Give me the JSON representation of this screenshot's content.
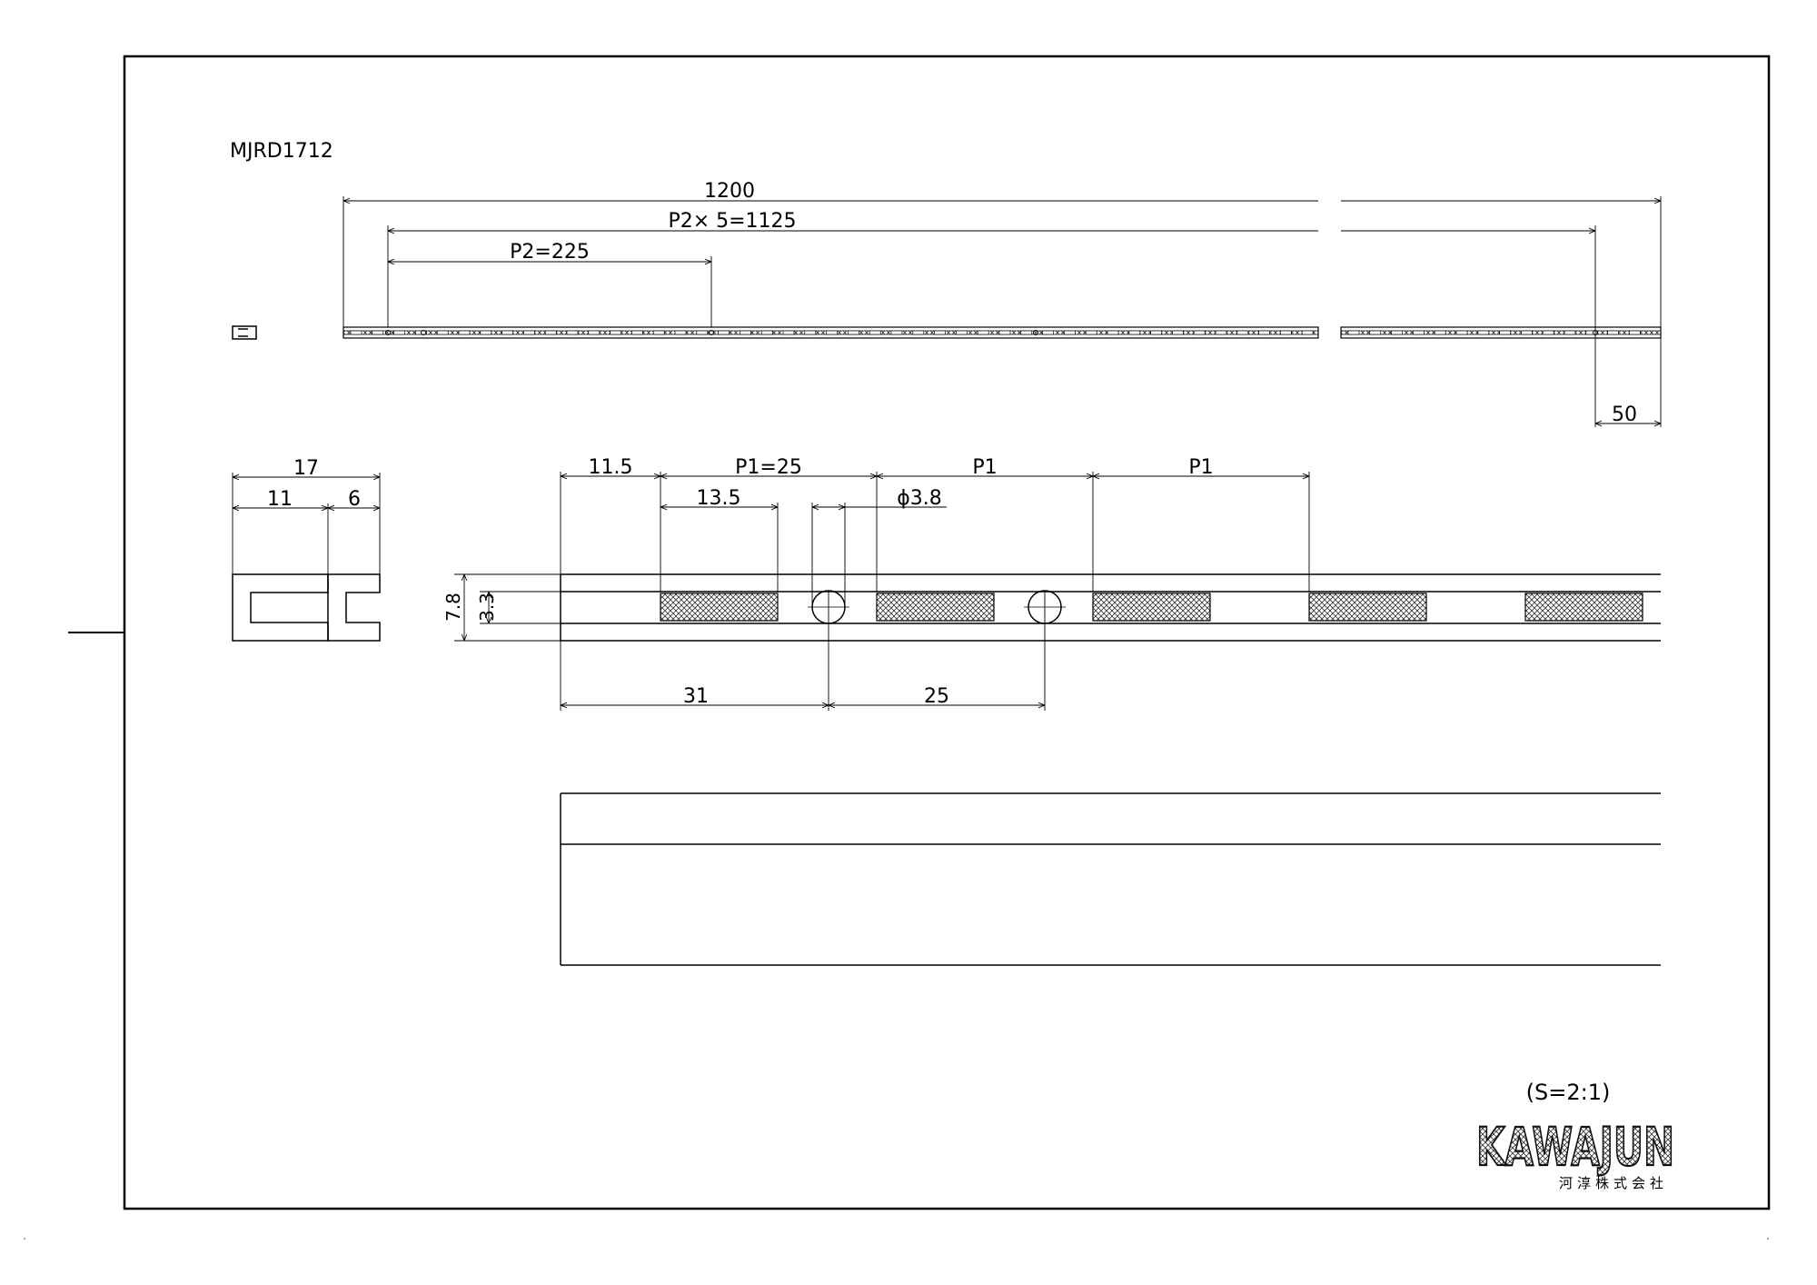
{
  "model_code": "MJRD1712",
  "scale": "(S=2:1)",
  "brand": {
    "name": "KAWAJUN",
    "subtitle": "河淳株式会社"
  },
  "top_view": {
    "overall_length": "1200",
    "pitch_total": "P2× 5=1125",
    "pitch_single": "P2=225",
    "end_offset": "50"
  },
  "section_view": {
    "width_total": "17",
    "width_left": "11",
    "width_right": "6"
  },
  "detail_view": {
    "start_offset": "11.5",
    "pitch_first": "P1=25",
    "pitch_2": "P1",
    "pitch_3": "P1",
    "slot_length": "13.5",
    "hole_diameter": "ϕ3.8",
    "height_total": "7.8",
    "slot_height": "3.3",
    "hole_offset": "31",
    "hole_pitch": "25"
  }
}
